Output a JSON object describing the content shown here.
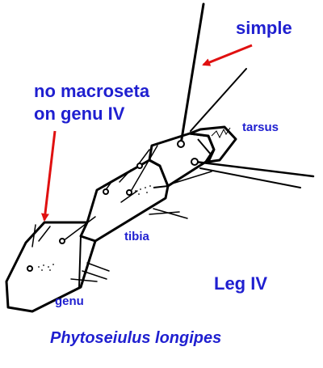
{
  "labels": {
    "simple": "simple",
    "note_line1": "no macroseta",
    "note_line2": "on genu IV",
    "tarsus": "tarsus",
    "tibia": "tibia",
    "genu": "genu",
    "leg": "Leg IV",
    "species": "Phytoseiulus longipes"
  },
  "colors": {
    "label": "#1f1fd0",
    "arrow": "#e01010",
    "outline": "#000000"
  }
}
